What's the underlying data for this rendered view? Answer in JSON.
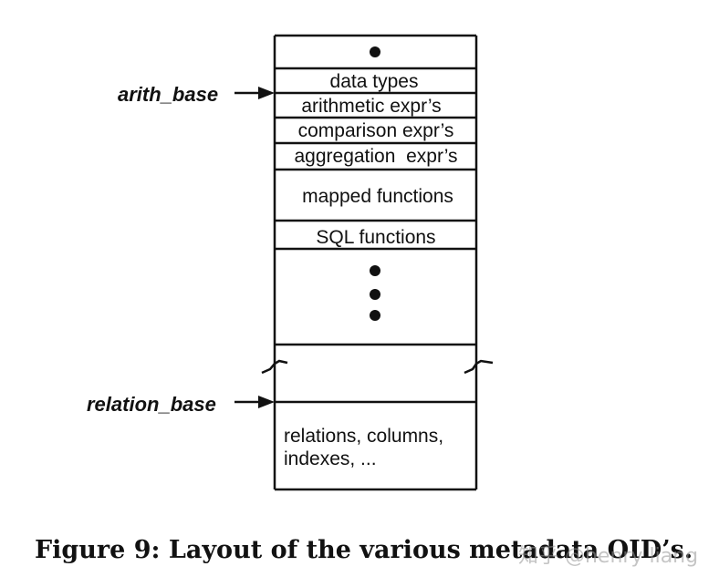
{
  "diagram": {
    "rows": [
      {
        "text": "data types"
      },
      {
        "text": "arithmetic expr’s"
      },
      {
        "text": "comparison expr’s"
      },
      {
        "text": "aggregation  expr’s"
      },
      {
        "text": "mapped functions"
      },
      {
        "text": "SQL functions"
      },
      {
        "line1": "relations, columns,",
        "line2": "indexes, ..."
      }
    ],
    "pointers": {
      "arith_base": "arith_base",
      "relation_base": "relation_base"
    }
  },
  "caption": "Figure 9: Layout of the various metadata OID’s.",
  "watermark": "知乎 @henry liang"
}
